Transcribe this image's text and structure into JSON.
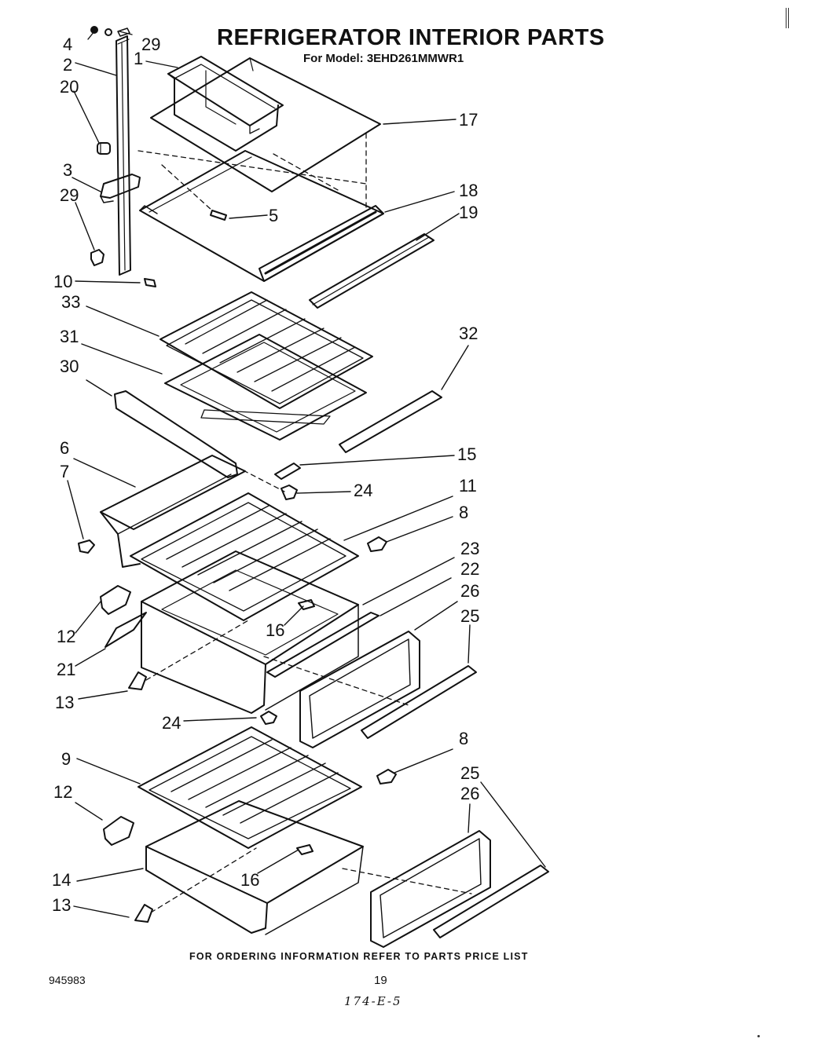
{
  "header": {
    "title": "REFRIGERATOR INTERIOR PARTS",
    "model": "For Model: 3EHD261MMWR1"
  },
  "callouts": {
    "c4": "4",
    "c29a": "29",
    "c1": "1",
    "c2": "2",
    "c20": "20",
    "c17": "17",
    "c3": "3",
    "c29b": "29",
    "c18": "18",
    "c19": "19",
    "c5": "5",
    "c10": "10",
    "c33": "33",
    "c31": "31",
    "c32": "32",
    "c30": "30",
    "c6": "6",
    "c15": "15",
    "c7": "7",
    "c24a": "24",
    "c11": "11",
    "c8a": "8",
    "c23": "23",
    "c22": "22",
    "c26a": "26",
    "c25a": "25",
    "c12a": "12",
    "c16a": "16",
    "c21": "21",
    "c13a": "13",
    "c24b": "24",
    "c8b": "8",
    "c9": "9",
    "c25b": "25",
    "c12b": "12",
    "c26b": "26",
    "c14": "14",
    "c16b": "16",
    "c13b": "13"
  },
  "footer": {
    "note": "FOR ORDERING INFORMATION REFER TO PARTS PRICE LIST",
    "doc_number": "945983",
    "page_number": "19",
    "handwritten": "174-E-5"
  }
}
